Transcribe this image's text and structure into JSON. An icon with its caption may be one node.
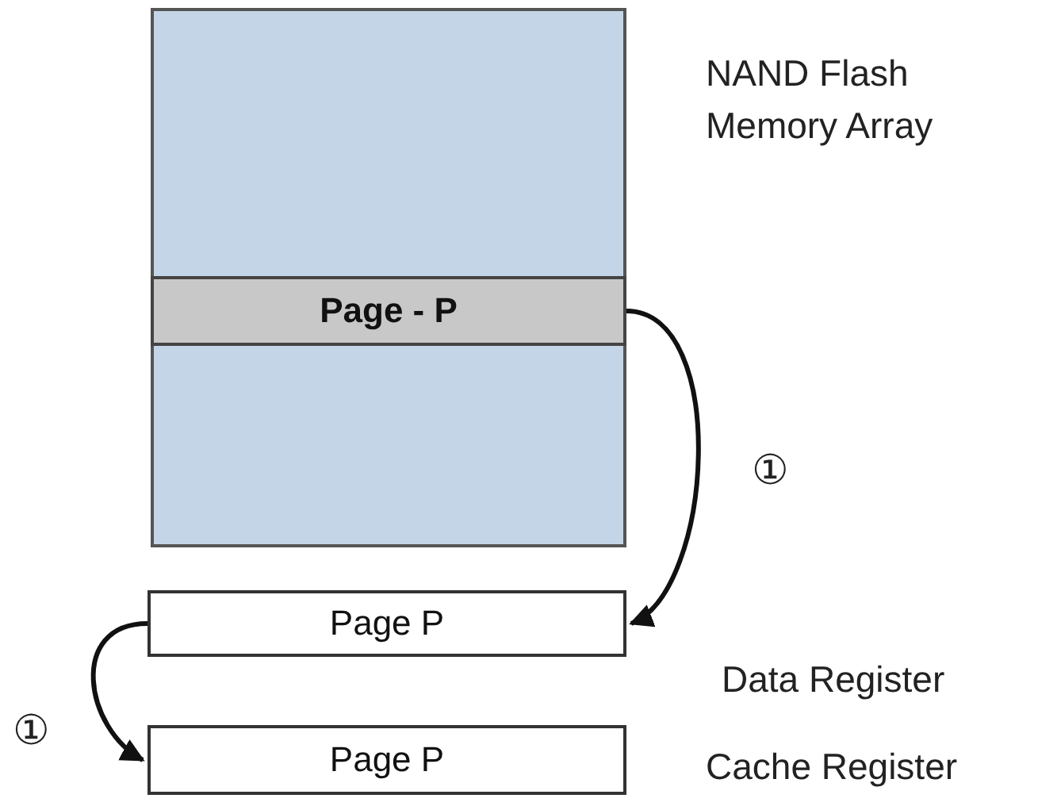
{
  "diagram": {
    "nodes": [
      {
        "text": [],
        "shape": "box",
        "beside": [
          "NAND Flash Memory Array"
        ]
      },
      {
        "text": [
          "Page - P"
        ],
        "in": 0
      },
      {
        "text": [
          "Page P"
        ],
        "beside": [
          "Data Register"
        ]
      },
      {
        "text": [
          "Page P"
        ],
        "beside": [
          "Cache Register"
        ]
      }
    ],
    "edges": [
      {
        "from": 1,
        "to": 2,
        "arrow": "to",
        "label": "①"
      },
      {
        "from": 2,
        "to": 3,
        "arrow": "to",
        "label": "①"
      }
    ]
  }
}
